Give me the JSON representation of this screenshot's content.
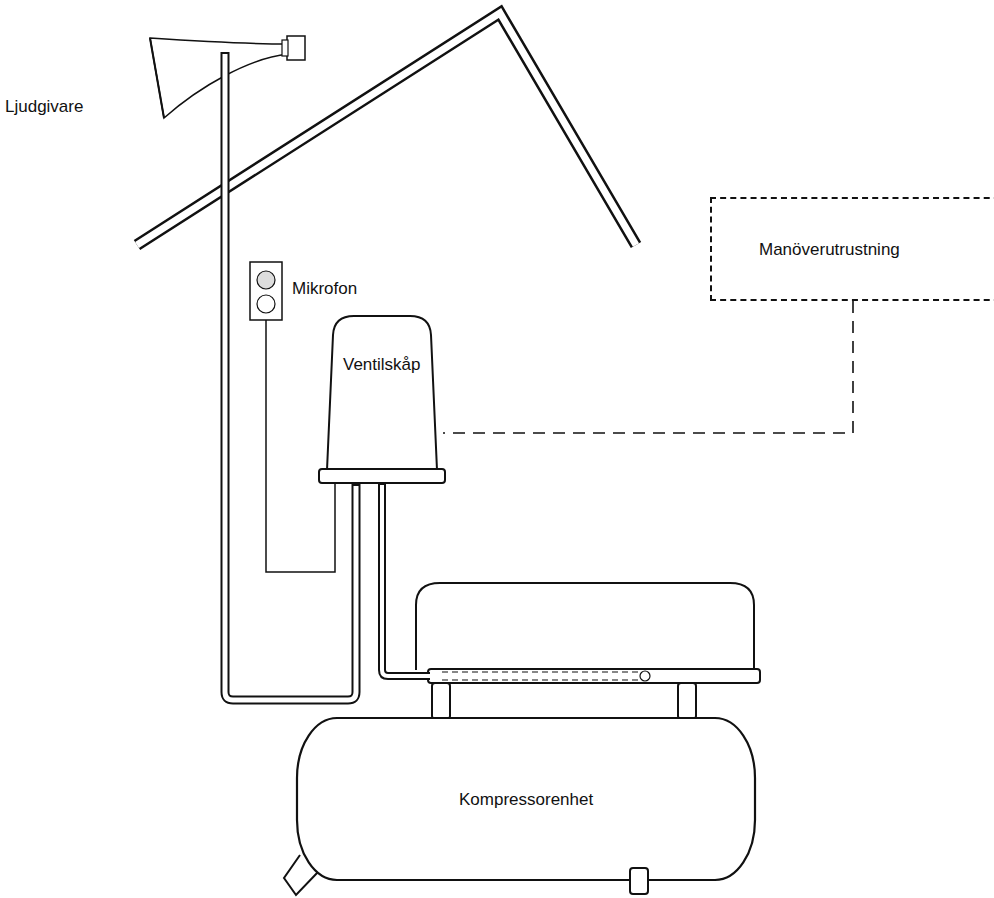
{
  "diagram": {
    "nodes": [
      {
        "text": [
          "Manöverutrustning"
        ]
      },
      {
        "text": [
          "Ventilskåp"
        ]
      },
      {
        "text": [
          "Kompressorenhet"
        ]
      }
    ],
    "edges": [
      {
        "from": 0,
        "to": 1,
        "arrow": "none"
      },
      {
        "from": 1,
        "to": 2,
        "arrow": "none"
      }
    ],
    "labels": [
      "Ljudgivare",
      "Mikrofon"
    ]
  }
}
